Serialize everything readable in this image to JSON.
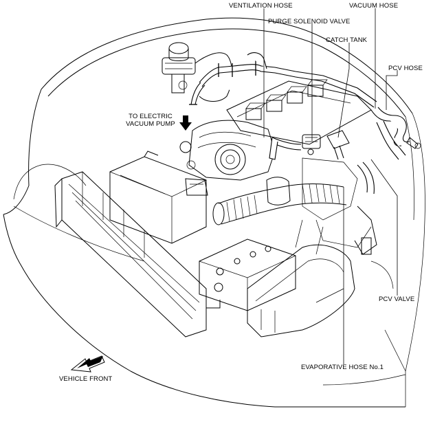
{
  "labels": {
    "ventilation_hose": "VENTILATION HOSE",
    "vacuum_hose": "VACUUM HOSE",
    "purge_solenoid_valve": "PURGE SOLENOID VALVE",
    "catch_tank": "CATCH TANK",
    "pcv_hose": "PCV HOSE",
    "to_electric_vacuum_pump_line1": "TO ELECTRIC",
    "to_electric_vacuum_pump_line2": "VACUUM PUMP",
    "pcv_valve": "PCV VALVE",
    "evaporative_hose_no1": "EVAPORATIVE HOSE No.1",
    "vehicle_front": "VEHICLE FRONT"
  }
}
